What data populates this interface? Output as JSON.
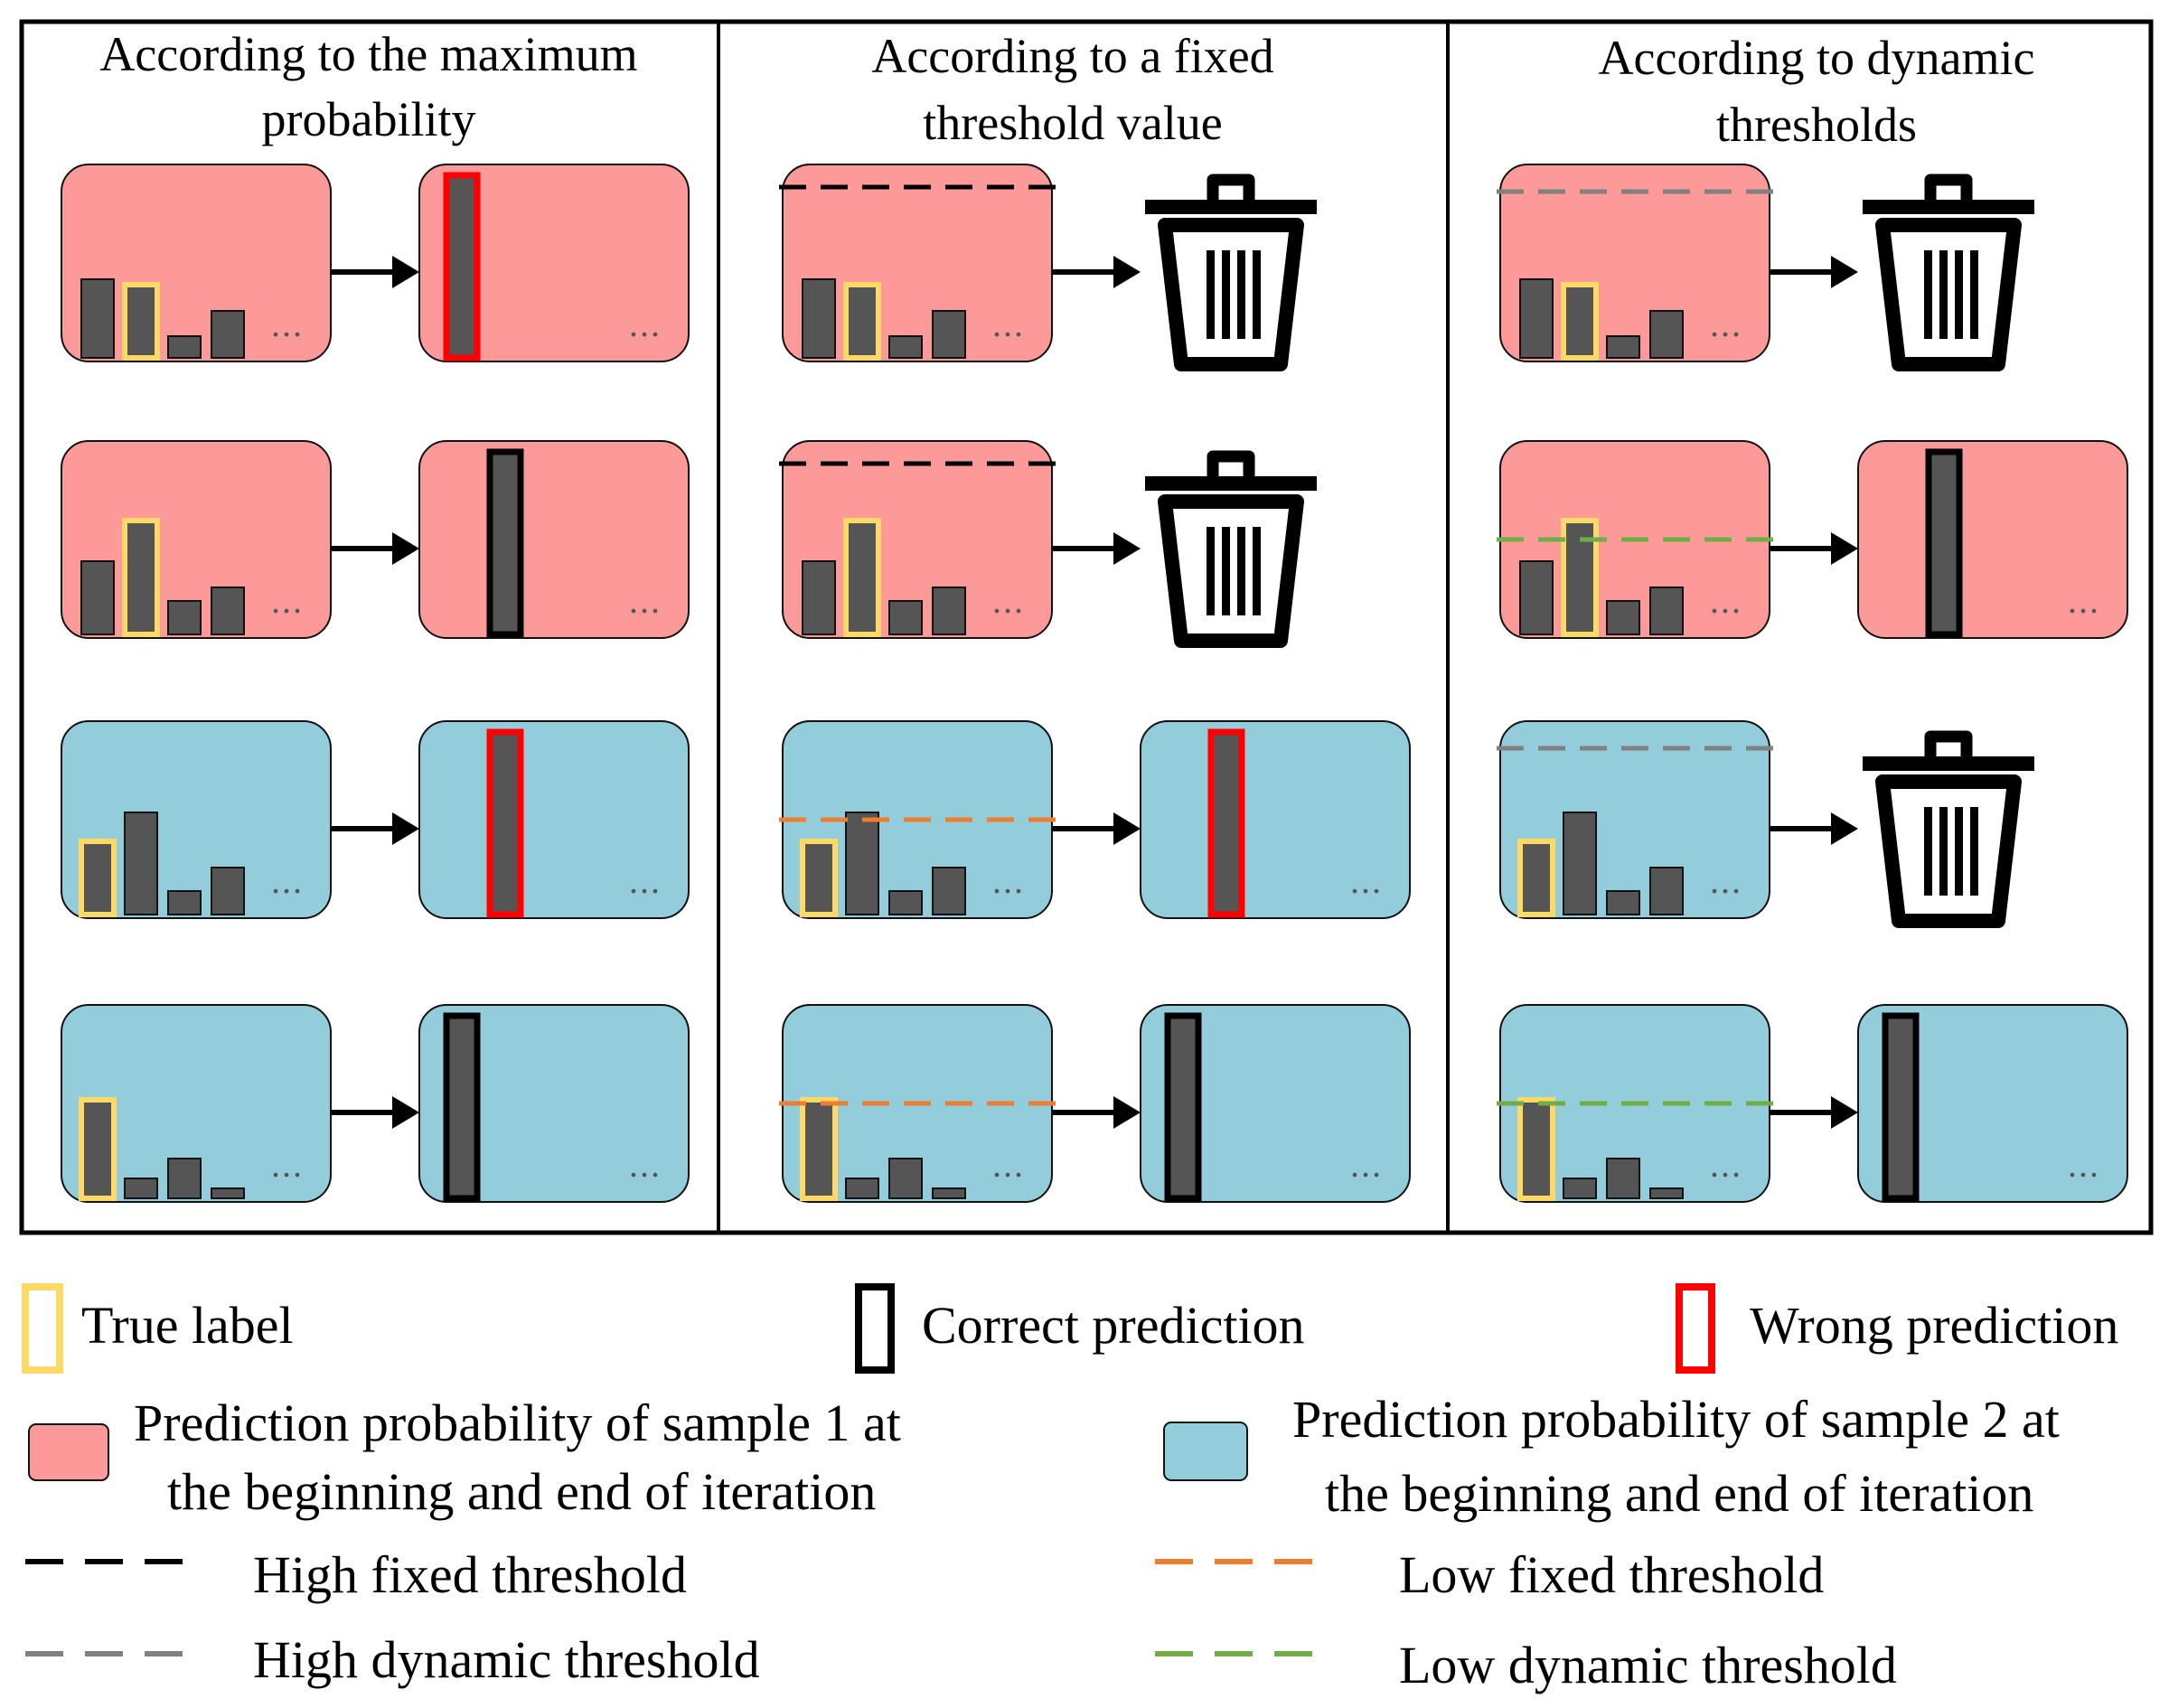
{
  "colors": {
    "sample1_bg": "#fc9999",
    "sample2_bg": "#93cddb",
    "bar": "#555555",
    "true_label": "#ffd966",
    "correct": "#000000",
    "wrong": "#ff0000",
    "high_fixed": "#000000",
    "high_dynamic": "#808080",
    "low_fixed": "#ed7d31",
    "low_dynamic": "#70ad47"
  },
  "panels": [
    {
      "title_lines": [
        "According to the maximum",
        "probability"
      ],
      "rows": [
        {
          "sample": 1,
          "threshold": null,
          "result": "wrong",
          "result_bar": 0
        },
        {
          "sample": 1,
          "threshold": null,
          "result": "correct",
          "result_bar": 1
        },
        {
          "sample": 2,
          "threshold": null,
          "result": "wrong",
          "result_bar": 1
        },
        {
          "sample": 2,
          "threshold": null,
          "result": "correct",
          "result_bar": 0
        }
      ]
    },
    {
      "title_lines": [
        "According to a fixed",
        "threshold value"
      ],
      "rows": [
        {
          "sample": 1,
          "threshold": "high_fixed",
          "result": "discard"
        },
        {
          "sample": 1,
          "threshold": "high_fixed",
          "result": "discard"
        },
        {
          "sample": 2,
          "threshold": "low_fixed",
          "result": "wrong",
          "result_bar": 1
        },
        {
          "sample": 2,
          "threshold": "low_fixed",
          "result": "correct",
          "result_bar": 0
        }
      ]
    },
    {
      "title_lines": [
        "According to dynamic",
        "thresholds"
      ],
      "rows": [
        {
          "sample": 1,
          "threshold": "high_dynamic",
          "result": "discard"
        },
        {
          "sample": 1,
          "threshold": "low_dynamic",
          "result": "correct",
          "result_bar": 1
        },
        {
          "sample": 2,
          "threshold": "high_dynamic",
          "result": "discard"
        },
        {
          "sample": 2,
          "threshold": "low_dynamic",
          "result": "correct",
          "result_bar": 0
        }
      ]
    }
  ],
  "ellipsis": "...",
  "legend": {
    "true_label": "True label",
    "correct_prediction": "Correct prediction",
    "wrong_prediction": "Wrong prediction",
    "sample1_line1": "Prediction probability of sample 1 at",
    "sample1_line2": "the beginning and end of iteration",
    "sample2_line1": "Prediction probability of sample 2 at",
    "sample2_line2": "the beginning and end of iteration",
    "high_fixed": "High fixed threshold",
    "low_fixed": "Low fixed threshold",
    "high_dynamic": "High dynamic threshold",
    "low_dynamic": "Low dynamic threshold"
  }
}
